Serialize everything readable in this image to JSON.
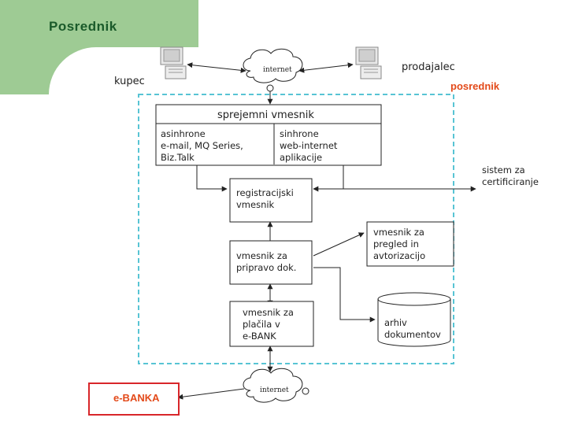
{
  "header": {
    "title": "Posrednik"
  },
  "labels": {
    "kupec": "kupec",
    "prodajalec": "prodajalec",
    "posrednik": "posrednik",
    "internet_top": "internet",
    "internet_bottom": "internet",
    "sprejemni": "sprejemni vmesnik",
    "asinhrone": "asinhrone\ne-mail, MQ Series,\n Biz.Talk",
    "sinhrone": "sinhrone\nweb-internet\naplikacije",
    "sistem": "sistem za\ncertificiranje",
    "registracijski": "registracijski\nvmesnik",
    "priprava": "vmesnik za\npripravo dok.",
    "placila": "vmesnik za\nplačila v\ne-BANK",
    "pregled": "vmesnik za\npregled in\navtorizacijo",
    "arhiv": "arhiv\ndokumentov",
    "ebanka": "e-BANKA"
  },
  "icons": {
    "computer_left": "computer-icon",
    "computer_right": "computer-icon",
    "cloud_top": "cloud-icon",
    "cloud_bottom": "cloud-icon",
    "database": "database-icon"
  },
  "colors": {
    "corner": "#9ecb94",
    "title": "#1a5a2a",
    "dashed_border": "#58c4d4",
    "accent_red": "#e34a1a",
    "ebanka_border": "#d8262a"
  }
}
